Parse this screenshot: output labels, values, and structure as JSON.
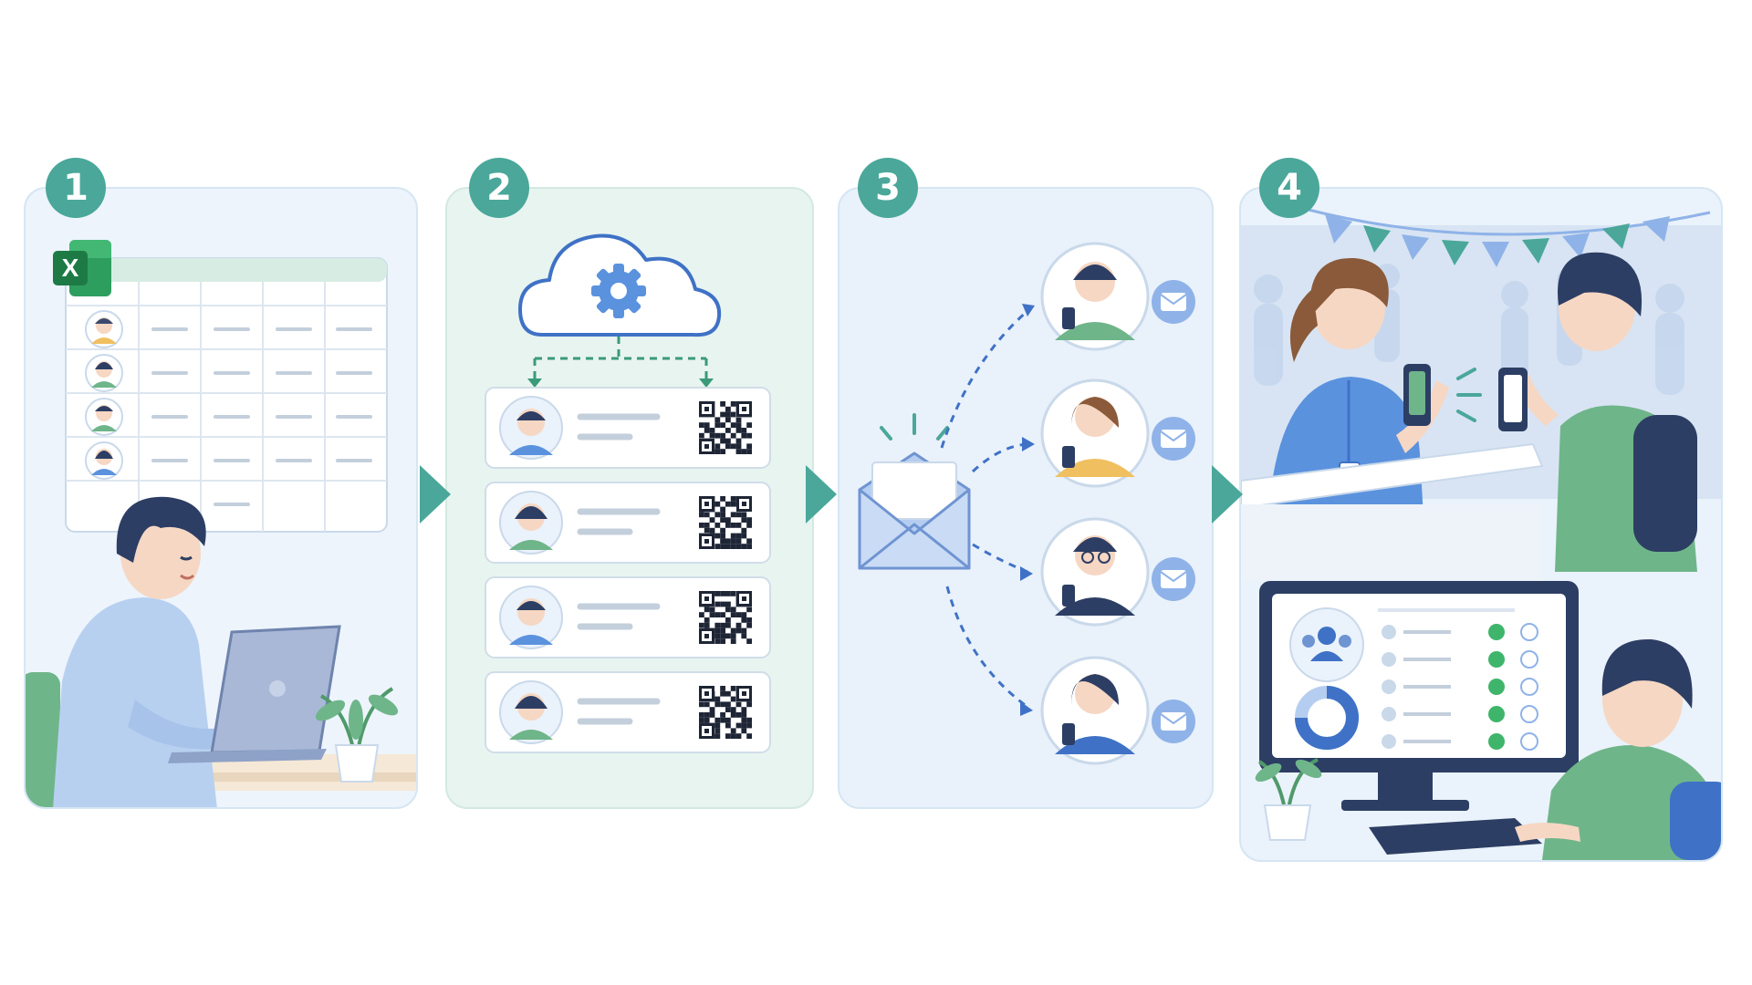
{
  "steps": [
    {
      "number": "1",
      "name": "import-list"
    },
    {
      "number": "2",
      "name": "generate-qr-codes"
    },
    {
      "number": "3",
      "name": "send-emails"
    },
    {
      "number": "4",
      "name": "event-check-in"
    }
  ],
  "excel": {
    "logo_letter": "X",
    "logo_color": "#1d7a45"
  },
  "colors": {
    "accent": "#4aa79a",
    "panel_blue": "#edf4fc",
    "panel_green": "#e8f4f0",
    "cloud_stroke": "#3f72c6",
    "gear": "#5b92de",
    "dashed_green": "#3a9a7a",
    "dashed_blue": "#3f72c6",
    "check_green": "#3fb56b",
    "hair": "#2d3e64",
    "shirt_blue": "#b8d0f0",
    "shirt_green": "#6fb58a"
  },
  "qr_rows": 4,
  "recipients": 4,
  "dashboard_rows": 5
}
